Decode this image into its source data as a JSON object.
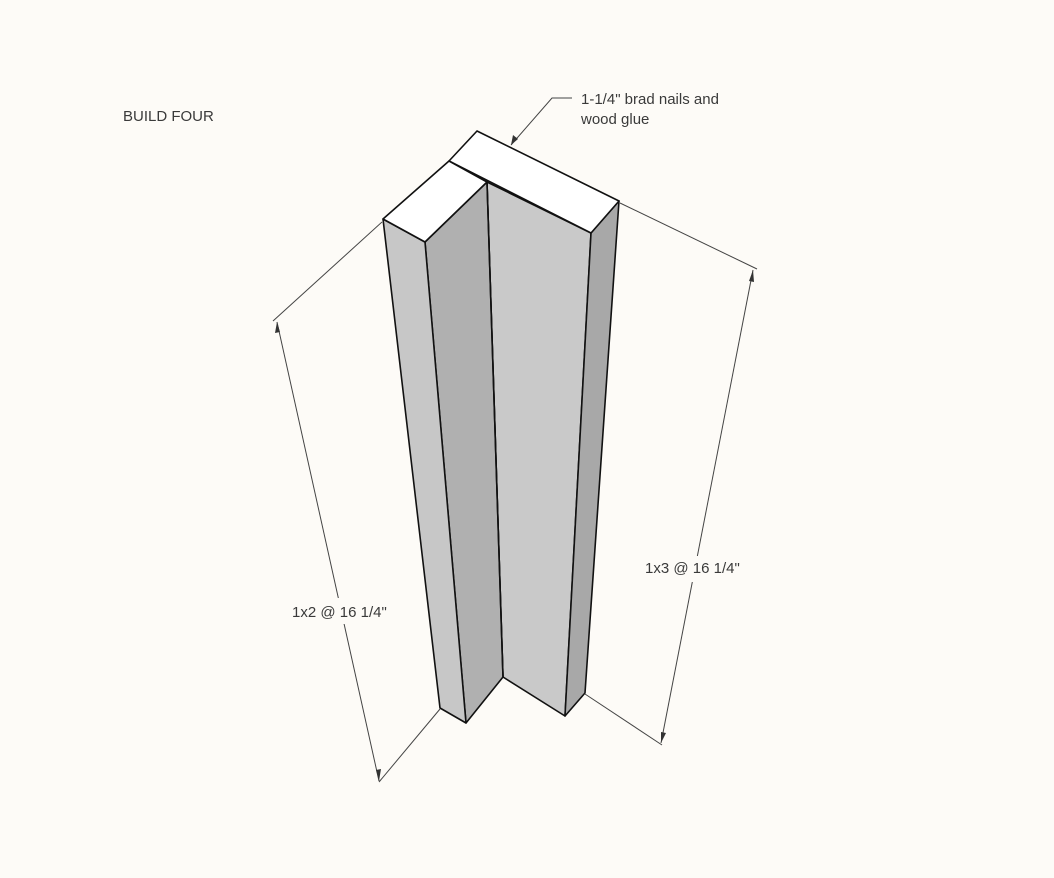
{
  "diagram": {
    "title": "BUILD FOUR",
    "callout": {
      "line1": "1-1/4\" brad nails and",
      "line2": "wood glue"
    },
    "dimension_left": "1x2 @ 16 1/4\"",
    "dimension_right": "1x3 @ 16 1/4\""
  },
  "colors": {
    "background": "#fdfbf7",
    "board_top": "#ffffff",
    "board_light": "#c9c9c9",
    "board_mid": "#b2b2b2",
    "board_dark": "#a2a2a2",
    "edge": "#111111"
  }
}
